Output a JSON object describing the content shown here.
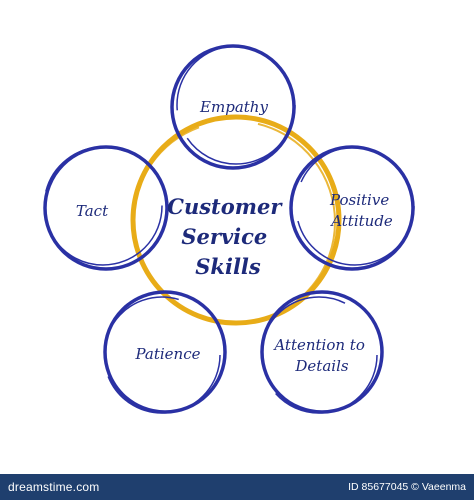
{
  "diagram": {
    "center": {
      "lines": [
        "Customer",
        "Service",
        "Skills"
      ]
    },
    "nodes": [
      {
        "id": "empathy",
        "lines": [
          "Empathy"
        ]
      },
      {
        "id": "positive-attitude",
        "lines": [
          "Positive",
          "Attitude"
        ]
      },
      {
        "id": "attention-to-details",
        "lines": [
          "Attention to",
          "Details"
        ]
      },
      {
        "id": "patience",
        "lines": [
          "Patience"
        ]
      },
      {
        "id": "tact",
        "lines": [
          "Tact"
        ]
      }
    ],
    "colors": {
      "ring": "#2a31a4",
      "center_ring": "#e8ac18",
      "text": "#1d2a7a"
    }
  },
  "watermark": {
    "brand": "dreamstime.com",
    "credit": "ID 85677045 © Vaeenma"
  }
}
